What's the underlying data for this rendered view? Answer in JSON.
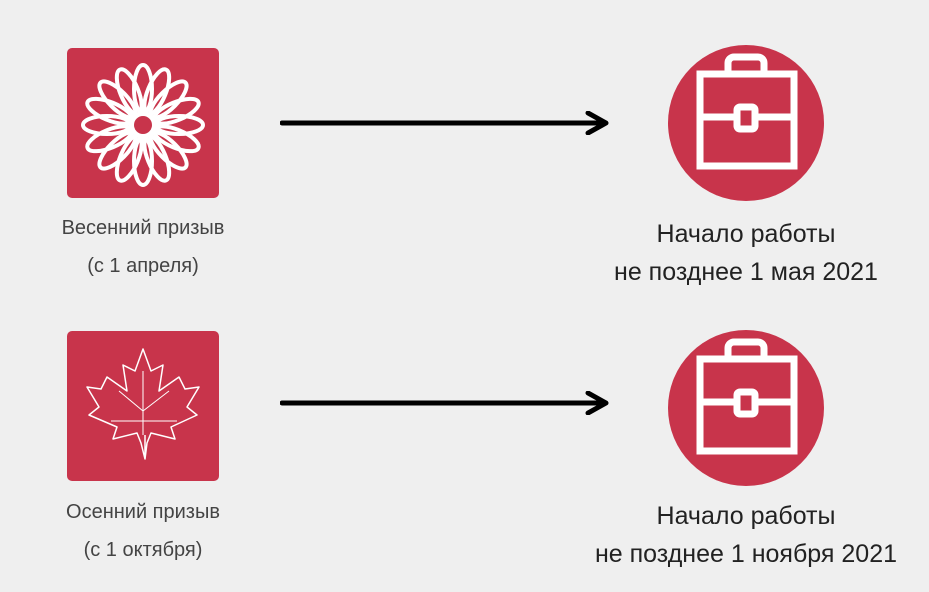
{
  "rows": [
    {
      "season_line1": "Весенний призыв",
      "season_line2": "(с 1 апреля)",
      "icon": "flower-icon",
      "result_line1": "Начало работы",
      "result_line2": "не позднее 1 мая 2021"
    },
    {
      "season_line1": "Осенний призыв",
      "season_line2": "(с 1 октября)",
      "icon": "maple-leaf-icon",
      "result_line1": "Начало работы",
      "result_line2": "не позднее 1 ноября 2021"
    }
  ],
  "colors": {
    "accent": "#c8344b",
    "background": "#efefef"
  }
}
